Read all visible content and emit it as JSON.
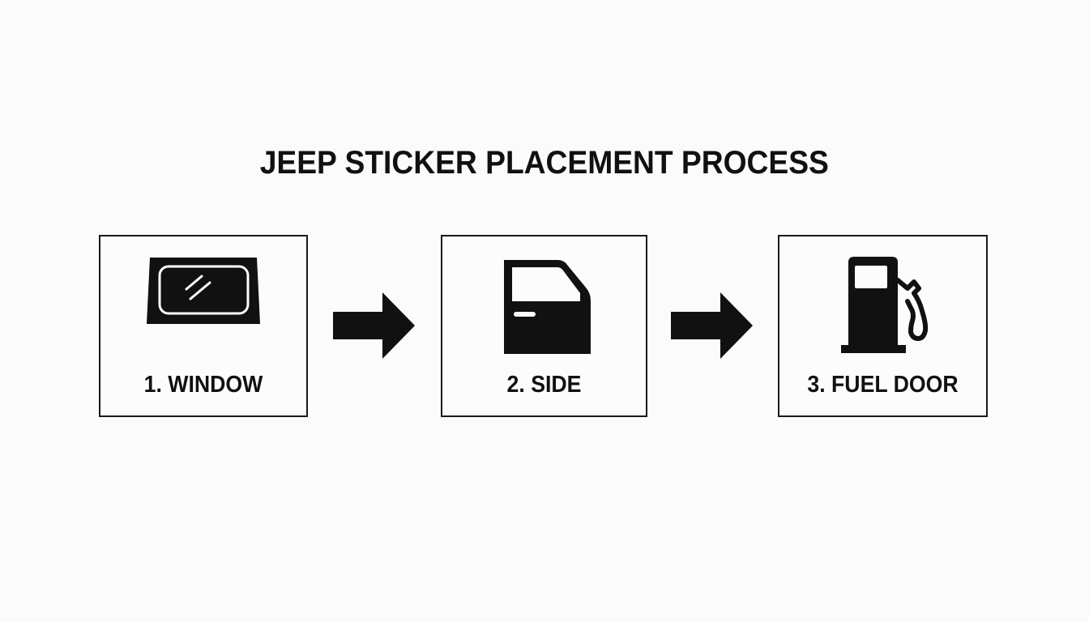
{
  "title": "JEEP STICKER PLACEMENT PROCESS",
  "steps": [
    {
      "label": "1. WINDOW",
      "icon": "windshield-icon"
    },
    {
      "label": "2. SIDE",
      "icon": "car-door-icon"
    },
    {
      "label": "3. FUEL DOOR",
      "icon": "fuel-pump-icon"
    }
  ],
  "connectors": [
    {
      "from": "1. WINDOW",
      "to": "2. SIDE",
      "icon": "arrow-right-icon"
    },
    {
      "from": "2. SIDE",
      "to": "3. FUEL DOOR",
      "icon": "arrow-right-icon"
    }
  ],
  "colors": {
    "background": "#fbfbfb",
    "ink": "#111111"
  }
}
